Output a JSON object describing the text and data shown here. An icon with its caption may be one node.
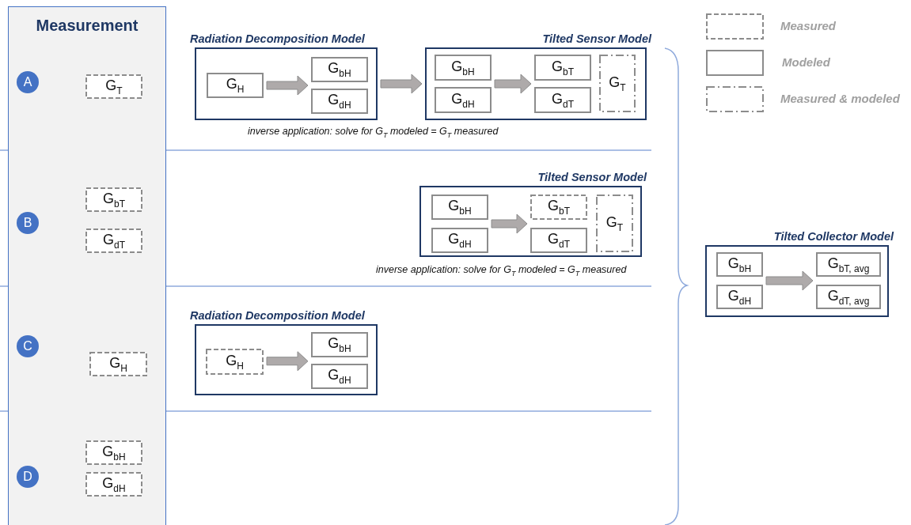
{
  "diagram": {
    "nodes": [
      {
        "text": [
          "Measurement"
        ]
      },
      {
        "text": [
          "A"
        ],
        "in": 0
      },
      {
        "text": [
          "G$_{T}$"
        ],
        "in": 0
      },
      {
        "text": [
          "B"
        ],
        "in": 0
      },
      {
        "text": [
          "G$_{bT}$"
        ],
        "in": 0
      },
      {
        "text": [
          "G$_{dT}$"
        ],
        "in": 0
      },
      {
        "text": [
          "C"
        ],
        "in": 0
      },
      {
        "text": [
          "G$_{H}$"
        ],
        "in": 0
      },
      {
        "text": [
          "D"
        ],
        "in": 0
      },
      {
        "text": [
          "G$_{bH}$"
        ],
        "in": 0
      },
      {
        "text": [
          "G$_{dH}$"
        ],
        "in": 0
      },
      {
        "text": [
          "Radiation Decomposition Model"
        ]
      },
      {
        "text": [
          "G$_{H}$"
        ],
        "in": 11
      },
      {
        "text": [
          "G$_{bH}$"
        ],
        "in": 11
      },
      {
        "text": [
          "G$_{dH}$"
        ],
        "in": 11
      },
      {
        "text": [
          "Tilted Sensor Model"
        ]
      },
      {
        "text": [
          "G$_{bH}$"
        ],
        "in": 15
      },
      {
        "text": [
          "G$_{dH}$"
        ],
        "in": 15
      },
      {
        "text": [
          "G$_{bT}$"
        ],
        "in": 15
      },
      {
        "text": [
          "G$_{dT}$"
        ],
        "in": 15
      },
      {
        "text": [
          "G$_{T}$"
        ],
        "in": 15
      },
      {
        "text": [
          "Tilted Sensor Model"
        ]
      },
      {
        "text": [
          "G$_{bH}$"
        ],
        "in": 21
      },
      {
        "text": [
          "G$_{dH}$"
        ],
        "in": 21
      },
      {
        "text": [
          "G$_{bT}$"
        ],
        "in": 21
      },
      {
        "text": [
          "G$_{dT}$"
        ],
        "in": 21
      },
      {
        "text": [
          "G$_{T}$"
        ],
        "in": 21
      },
      {
        "text": [
          "Radiation Decomposition Model"
        ]
      },
      {
        "text": [
          "G$_{H}$"
        ],
        "in": 27
      },
      {
        "text": [
          "G$_{bH}$"
        ],
        "in": 27
      },
      {
        "text": [
          "G$_{dH}$"
        ],
        "in": 27
      },
      {
        "text": [
          "Tilted Collector Model"
        ]
      },
      {
        "text": [
          "G$_{bH}$"
        ],
        "in": 31
      },
      {
        "text": [
          "G$_{dH}$"
        ],
        "in": 31
      },
      {
        "text": [
          "G$_{bT, avg}$"
        ],
        "in": 31
      },
      {
        "text": [
          "G$_{dT, avg}$"
        ],
        "in": 31
      }
    ],
    "edges": [
      {
        "from": 12,
        "to": 13,
        "arrow": "to"
      },
      {
        "from": 12,
        "to": 14,
        "arrow": "to"
      },
      {
        "from": 11,
        "to": 15,
        "arrow": "to"
      },
      {
        "from": 16,
        "to": 18,
        "arrow": "to"
      },
      {
        "from": 16,
        "to": 19,
        "arrow": "to"
      },
      {
        "from": 17,
        "to": 18,
        "arrow": "to"
      },
      {
        "from": 17,
        "to": 19,
        "arrow": "to"
      },
      {
        "from": 22,
        "to": 24,
        "arrow": "to"
      },
      {
        "from": 22,
        "to": 25,
        "arrow": "to"
      },
      {
        "from": 23,
        "to": 24,
        "arrow": "to"
      },
      {
        "from": 23,
        "to": 25,
        "arrow": "to"
      },
      {
        "from": 28,
        "to": 29,
        "arrow": "to"
      },
      {
        "from": 28,
        "to": 30,
        "arrow": "to"
      },
      {
        "from": 32,
        "to": 34,
        "arrow": "to"
      },
      {
        "from": 32,
        "to": 35,
        "arrow": "to"
      },
      {
        "from": 33,
        "to": 34,
        "arrow": "to"
      },
      {
        "from": 33,
        "to": 35,
        "arrow": "to"
      }
    ],
    "labels": [
      "inverse application: solve for G$_{T}$ modeled = G$_{T}$ measured",
      "inverse application: solve for G$_{T}$ modeled = G$_{T}$ measured"
    ],
    "legend": [
      {
        "text": "Measured"
      },
      {
        "text": "Modeled"
      },
      {
        "text": "Measured & modeled"
      }
    ]
  }
}
